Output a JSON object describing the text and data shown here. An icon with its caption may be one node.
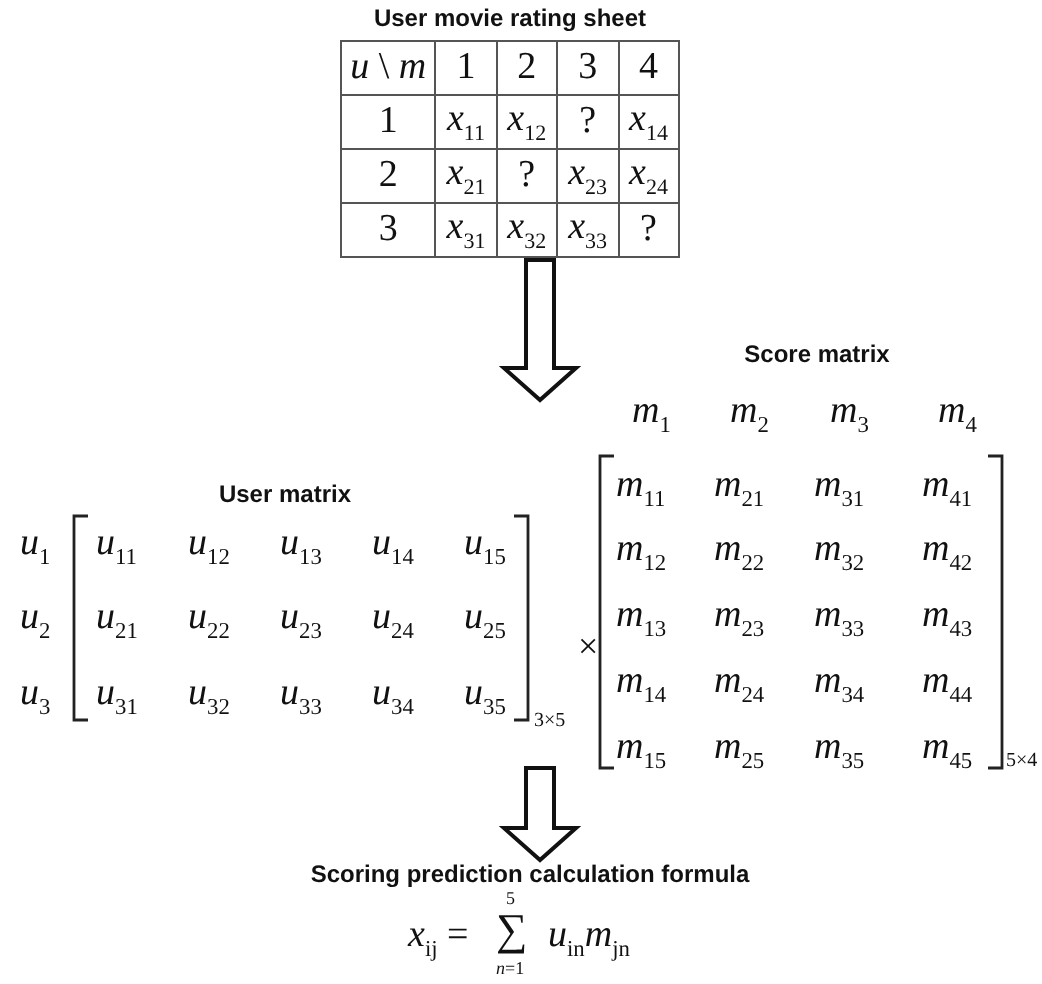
{
  "diagram": {
    "nodes": [
      {
        "text": [
          "User movie rating sheet"
        ]
      },
      {
        "text": [
          "User matrix"
        ]
      },
      {
        "text": [
          "Score matrix"
        ]
      },
      {
        "text": [
          "Scoring prediction calculation formula"
        ]
      }
    ],
    "edges": [
      {
        "from": 0,
        "to": 1,
        "arrow": "to"
      },
      {
        "from": 1,
        "to": 3,
        "arrow": "to"
      }
    ],
    "labels": [
      "*u* \\ *m*",
      "1",
      "2",
      "3",
      "4",
      "1",
      "*x*$_{11}$",
      "*x*$_{12}$",
      "?",
      "*x*$_{14}$",
      "2",
      "*x*$_{21}$",
      "?",
      "*x*$_{23}$",
      "*x*$_{24}$",
      "3",
      "*x*$_{31}$",
      "*x*$_{32}$",
      "*x*$_{33}$",
      "?",
      "*u*$_{1}$",
      "*u*$_{11}$",
      "*u*$_{12}$",
      "*u*$_{13}$",
      "*u*$_{14}$",
      "*u*$_{15}$",
      "*u*$_{2}$",
      "*u*$_{21}$",
      "*u*$_{22}$",
      "*u*$_{23}$",
      "*u*$_{24}$",
      "*u*$_{25}$",
      "*u*$_{3}$",
      "*u*$_{31}$",
      "*u*$_{32}$",
      "*u*$_{33}$",
      "*u*$_{34}$",
      "*u*$_{35}$",
      "×",
      "3×5",
      "*m*$_{1}$",
      "*m*$_{2}$",
      "*m*$_{3}$",
      "*m*$_{4}$",
      "*m*$_{11}$",
      "*m*$_{21}$",
      "*m*$_{31}$",
      "*m*$_{41}$",
      "*m*$_{12}$",
      "*m*$_{22}$",
      "*m*$_{32}$",
      "*m*$_{42}$",
      "*m*$_{13}$",
      "*m*$_{23}$",
      "*m*$_{33}$",
      "*m*$_{43}$",
      "*m*$_{14}$",
      "*m*$_{24}$",
      "*m*$_{34}$",
      "*m*$_{44}$",
      "*m*$_{15}$",
      "*m*$_{25}$",
      "*m*$_{35}$",
      "*m*$_{45}$",
      "5×4",
      "*x*$_{ij}$ =",
      "∑",
      "5",
      "*n*=1",
      "*u*$_{in}$*m*$_{jn}$"
    ]
  }
}
